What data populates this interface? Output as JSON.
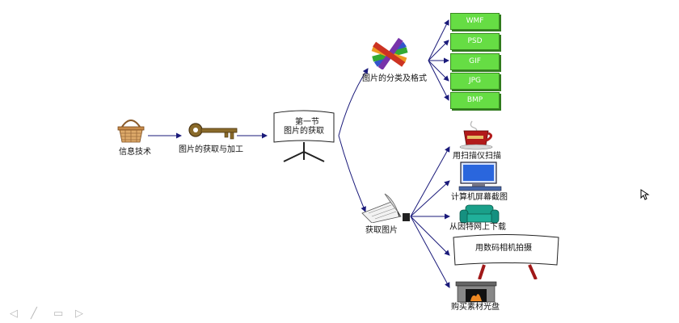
{
  "diagram": {
    "nodes": {
      "info_tech": "信息技术",
      "acquire_process": "图片的获取与加工",
      "section_line1": "第一节",
      "section_line2": "图片的获取",
      "classify": "图片的分类及格式",
      "acquire": "获取图片",
      "scanner": "用扫描仪扫描",
      "screenshot": "计算机屏幕截图",
      "internet": "从因特网上下载",
      "camera": "用数码相机拍摄",
      "cdrom": "购买素材光盘"
    },
    "formats": [
      "WMF",
      "PSD",
      "GIF",
      "JPG",
      "BMP"
    ],
    "colors": {
      "format_box": "#66dd44",
      "arrow": "#1a1a7a"
    }
  },
  "icons": {
    "basket": "basket-icon",
    "key": "key-icon",
    "easel": "easel-icon",
    "crayons": "crayons-icon",
    "paper": "paper-quill-icon",
    "cup": "coffee-cup-icon",
    "monitor": "monitor-icon",
    "sofa": "sofa-icon",
    "fireplace": "fireplace-icon",
    "cursor": "mouse-cursor-icon"
  },
  "nav": [
    "◁",
    "╱",
    "▭",
    "▷"
  ]
}
